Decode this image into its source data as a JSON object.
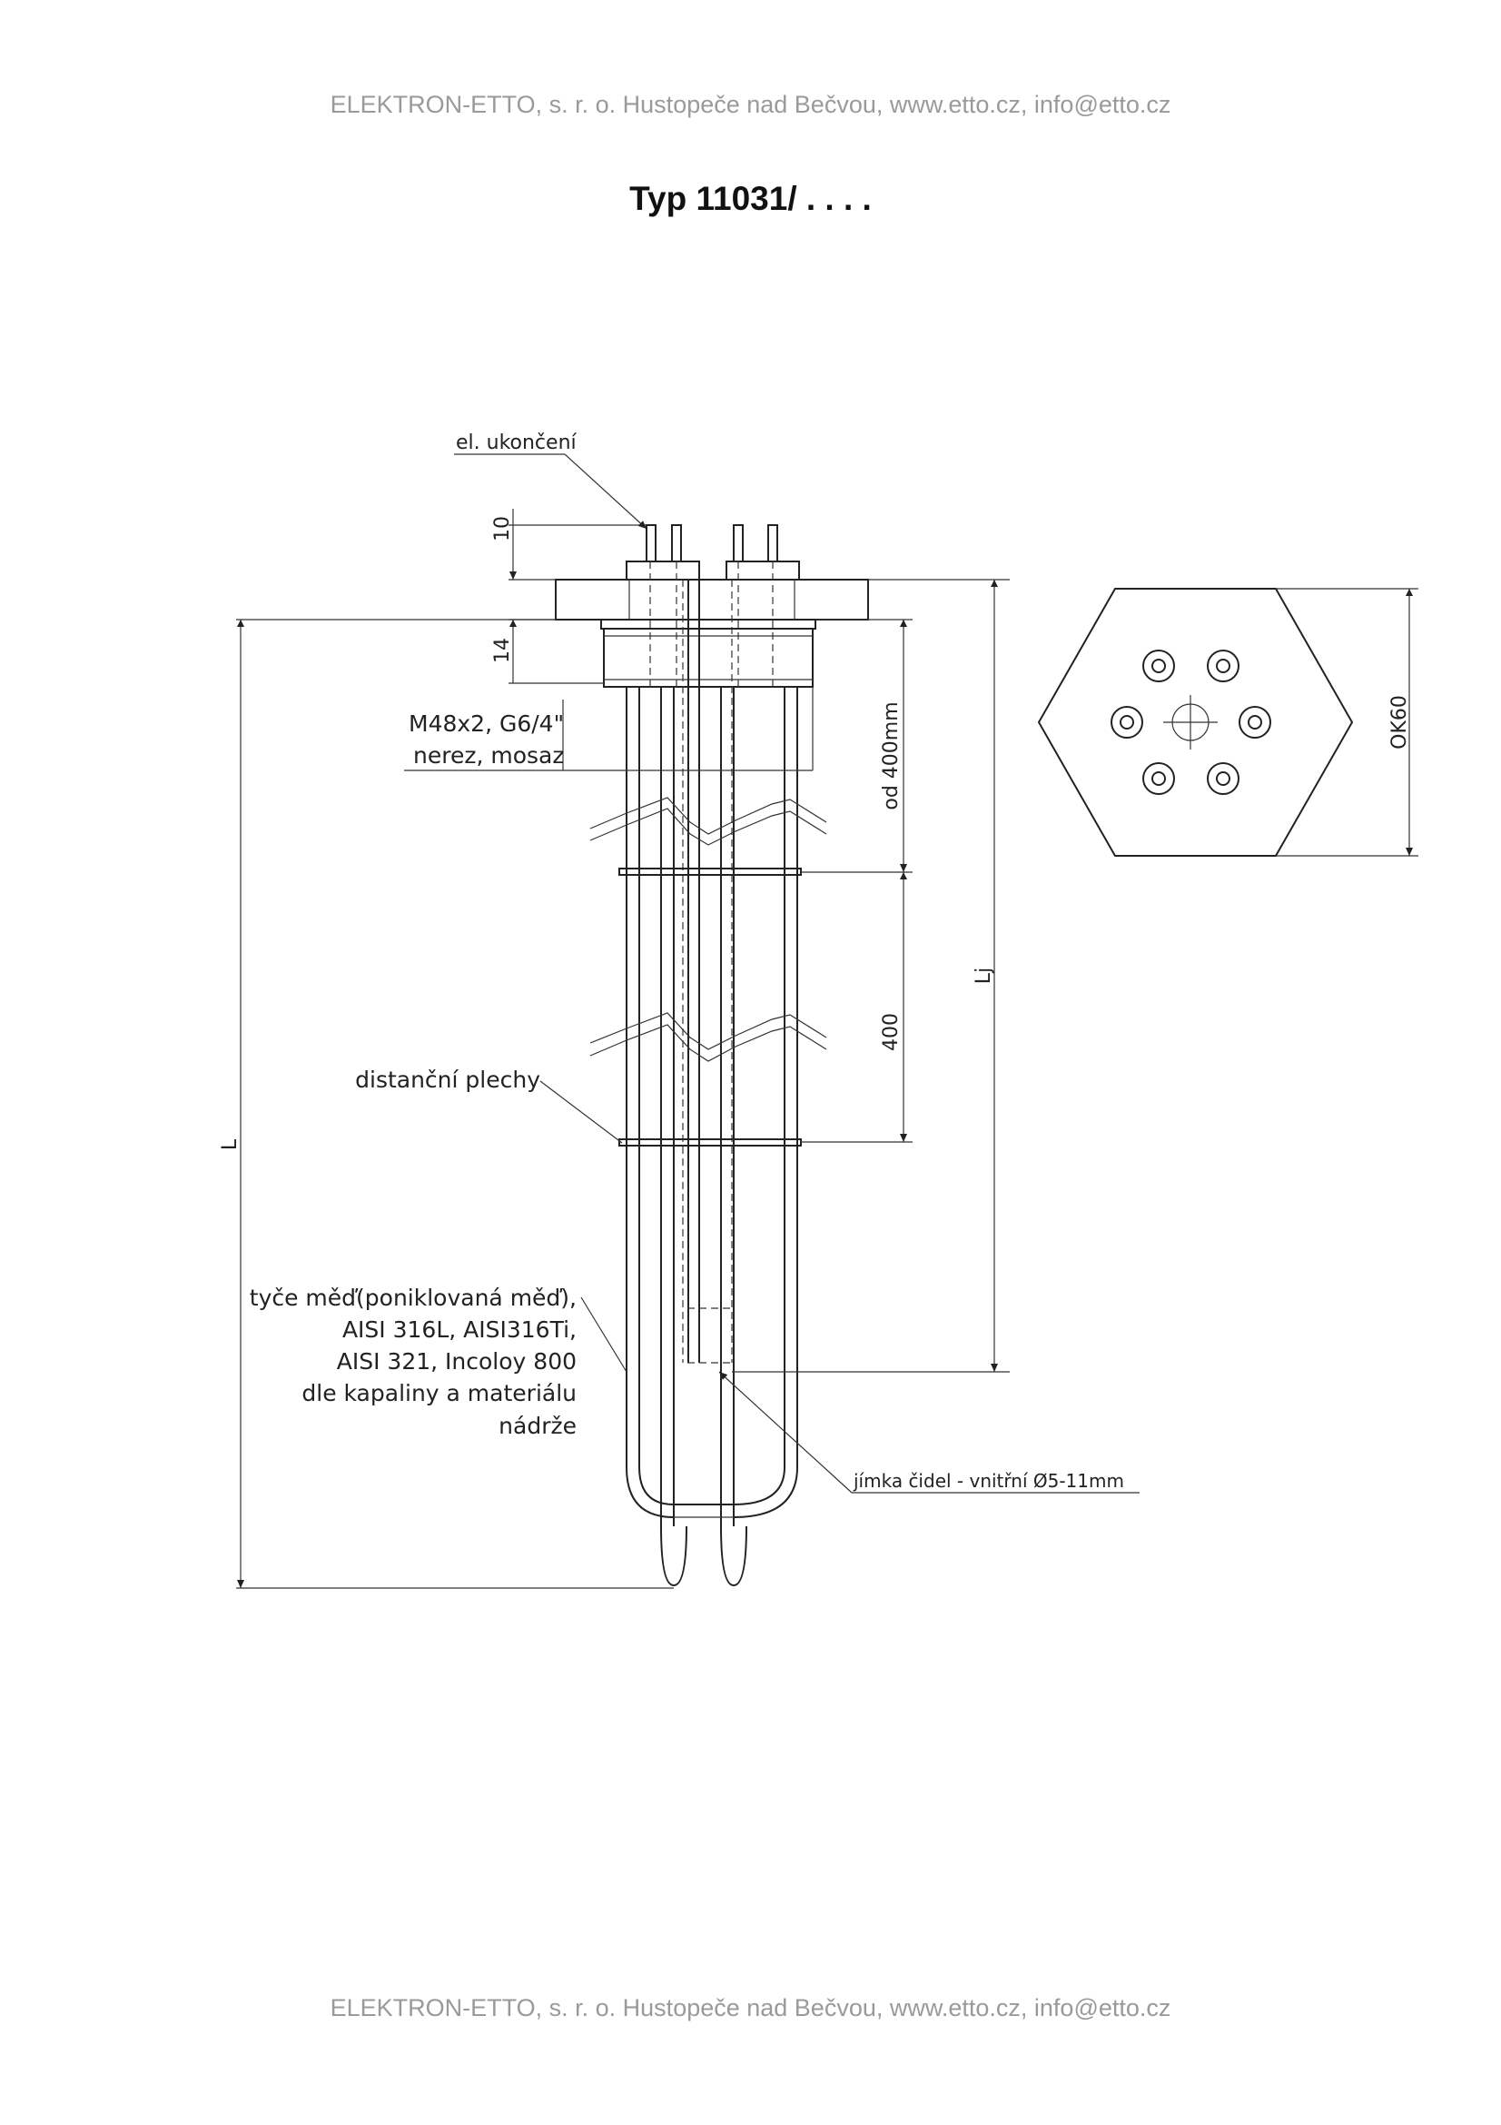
{
  "header_text": "ELEKTRON-ETTO, s. r. o. Hustopeče nad Bečvou, www.etto.cz, info@etto.cz",
  "footer_text": "ELEKTRON-ETTO, s. r. o. Hustopeče nad Bečvou, www.etto.cz, info@etto.cz",
  "title": "Typ 11031/ . . . .",
  "labels": {
    "el_ukonceni": "el. ukončení",
    "thread_line1": "M48x2, G6/4\"",
    "thread_line2": "nerez, mosaz",
    "distancni": "distanční plechy",
    "material_line1": "tyče měď(poniklovaná měď),",
    "material_line2": "AISI 316L, AISI316Ti,",
    "material_line3": "AISI 321, Incoloy 800",
    "material_line4": "dle kapaliny a materiálu",
    "material_line5": "nádrže",
    "jimka": "jímka čidel - vnitřní Ø5-11mm"
  },
  "dimensions": {
    "dim_10": "10",
    "dim_14": "14",
    "dim_od400": "od 400mm",
    "dim_400": "400",
    "dim_Lj": "Lj",
    "dim_L": "L",
    "dim_OK60": "OK60"
  }
}
